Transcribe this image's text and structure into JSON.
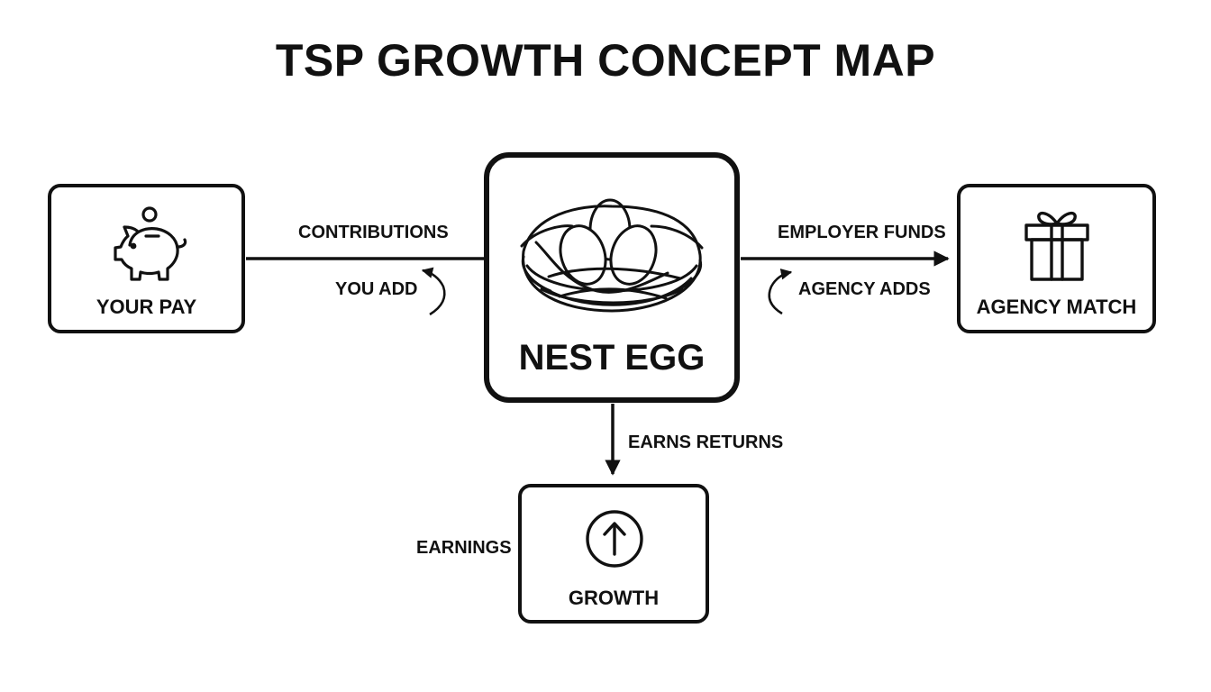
{
  "title": "TSP GROWTH CONCEPT MAP",
  "nodes": {
    "your_pay": {
      "label": "YOUR PAY",
      "icon": "piggy-bank-icon"
    },
    "nest_egg": {
      "label": "NEST EGG",
      "icon": "nest-with-eggs-icon"
    },
    "agency_match": {
      "label": "AGENCY MATCH",
      "icon": "gift-icon"
    },
    "growth": {
      "label": "GROWTH",
      "icon": "up-arrow-circle-icon"
    }
  },
  "edges": {
    "pay_to_nest": {
      "label": "CONTRIBUTIONS",
      "sublabel": "YOU ADD"
    },
    "match_to_nest": {
      "label": "EMPLOYER FUNDS",
      "sublabel": "AGENCY ADDS"
    },
    "nest_to_growth": {
      "label": "EARNS RETURNS",
      "sublabel": "EARNINGS"
    }
  },
  "colors": {
    "ink": "#111111",
    "background": "#ffffff"
  }
}
